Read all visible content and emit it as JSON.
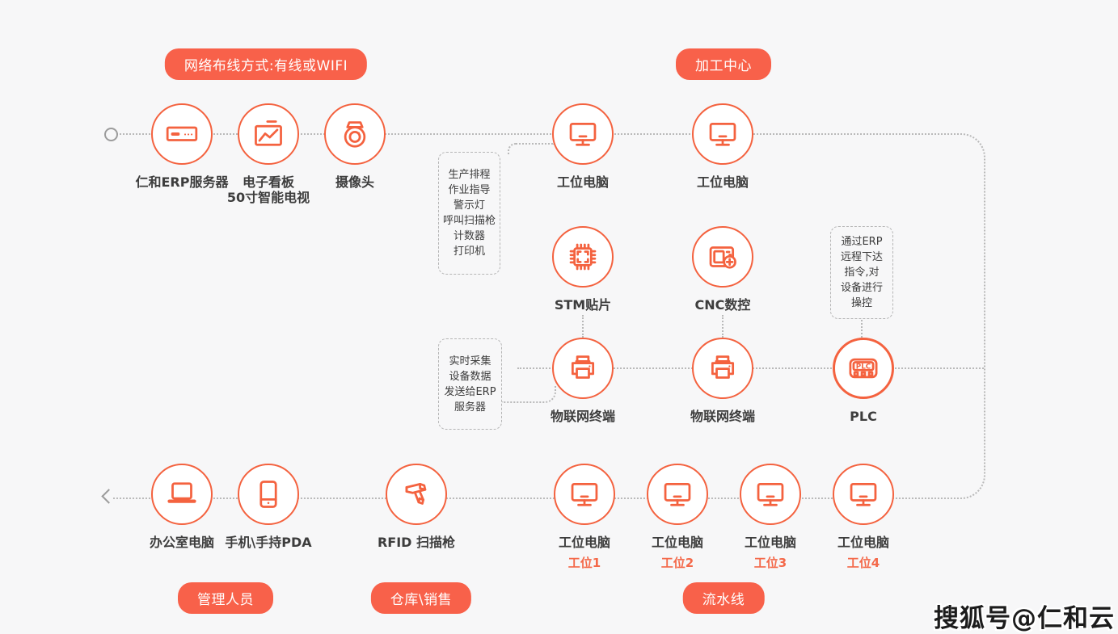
{
  "colors": {
    "accent": "#f8614a",
    "icon_stroke": "#f4623f",
    "dotted_line": "#b9b9b9",
    "label_text": "#3d3d3d",
    "station_label": "#f4694a",
    "background": "#f7f7f8"
  },
  "tags": {
    "network": "网络布线方式:有线或WIFI",
    "processing_center": "加工中心",
    "managers": "管理人员",
    "warehouse_sales": "仓库\\销售",
    "assembly_line": "流水线"
  },
  "top_row": [
    {
      "label": "仁和ERP服务器",
      "icon": "erp-server-icon"
    },
    {
      "label": "电子看板",
      "label2": "50寸智能电视",
      "icon": "dashboard-tv-icon"
    },
    {
      "label": "摄像头",
      "icon": "camera-icon"
    },
    {
      "label": "工位电脑",
      "icon": "workstation-monitor-icon"
    },
    {
      "label": "工位电脑",
      "icon": "workstation-monitor-icon"
    }
  ],
  "middle_row": [
    {
      "label": "STM贴片",
      "icon": "chip-icon"
    },
    {
      "label": "CNC数控",
      "icon": "cnc-machine-icon"
    }
  ],
  "device_row": [
    {
      "label": "物联网终端",
      "icon": "iot-printer-icon"
    },
    {
      "label": "物联网终端",
      "icon": "iot-printer-icon"
    },
    {
      "label": "PLC",
      "icon": "plc-device-icon"
    }
  ],
  "bottom_row": [
    {
      "label": "办公室电脑",
      "icon": "laptop-icon"
    },
    {
      "label": "手机\\手持PDA",
      "icon": "handheld-pda-icon"
    },
    {
      "label": "RFID 扫描枪",
      "icon": "rfid-scanner-icon"
    },
    {
      "label": "工位电脑",
      "sub": "工位1",
      "icon": "workstation-monitor-icon"
    },
    {
      "label": "工位电脑",
      "sub": "工位2",
      "icon": "workstation-monitor-icon"
    },
    {
      "label": "工位电脑",
      "sub": "工位3",
      "icon": "workstation-monitor-icon"
    },
    {
      "label": "工位电脑",
      "sub": "工位4",
      "icon": "workstation-monitor-icon"
    }
  ],
  "callouts": {
    "production": [
      "生产排程",
      "作业指导",
      "警示灯",
      "呼叫扫描枪",
      "计数器",
      "打印机"
    ],
    "collect": [
      "实时采集",
      "设备数据",
      "发送给ERP",
      "服务器"
    ],
    "erp_control": [
      "通过ERP",
      "远程下达",
      "指令,对",
      "设备进行",
      "操控"
    ]
  },
  "plc_text": "PLC",
  "watermark": "搜狐号@仁和云"
}
